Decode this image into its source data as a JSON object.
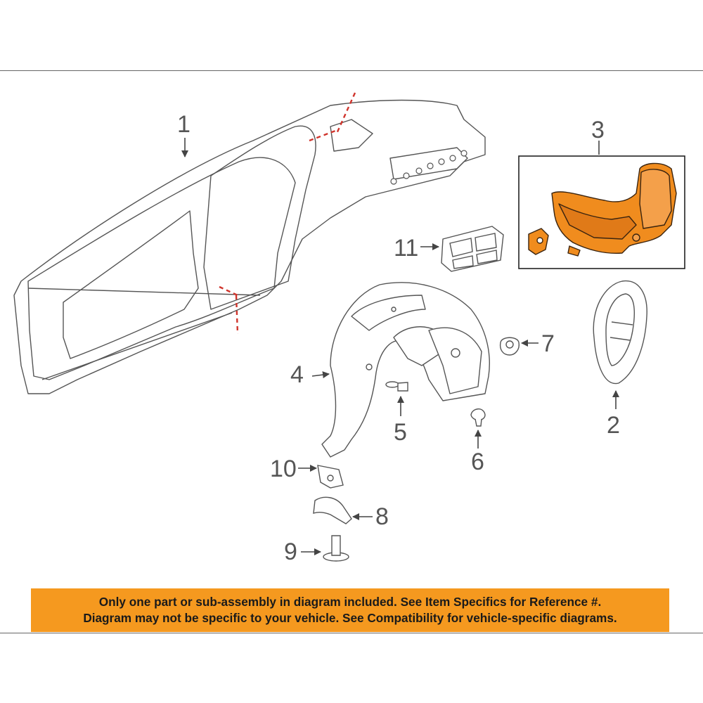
{
  "callouts": {
    "c1": "1",
    "c2": "2",
    "c3": "3",
    "c4": "4",
    "c5": "5",
    "c6": "6",
    "c7": "7",
    "c8": "8",
    "c9": "9",
    "c10": "10",
    "c11": "11"
  },
  "notice": {
    "line1": "Only one part or sub-assembly in diagram included. See Item Specifics for Reference #.",
    "line2": "Diagram may not be specific to your vehicle. See Compatibility for vehicle-specific diagrams."
  },
  "colors": {
    "highlight_part": "#f08c1e",
    "banner_background": "#f5991f",
    "line_art": "#555555",
    "cut_line": "#d0342c"
  }
}
